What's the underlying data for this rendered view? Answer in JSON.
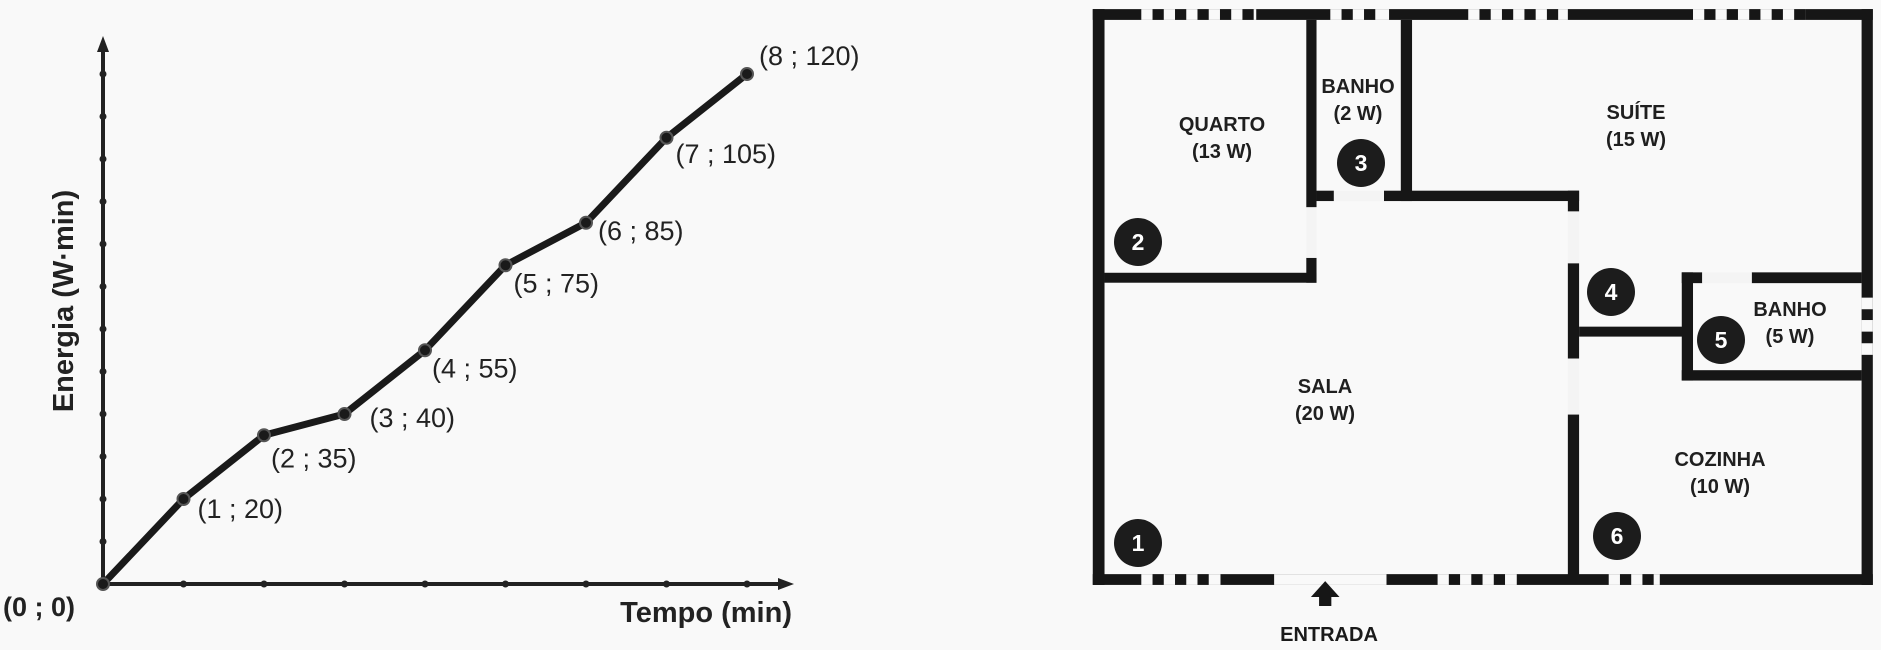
{
  "chart_data": {
    "type": "line",
    "title": "",
    "xlabel": "Tempo (min)",
    "ylabel": "Energia (W·min)",
    "x": [
      0,
      1,
      2,
      3,
      4,
      5,
      6,
      7,
      8
    ],
    "values": [
      0,
      20,
      35,
      40,
      55,
      75,
      85,
      105,
      120
    ],
    "point_labels": [
      "(0 ; 0)",
      "(1 ; 20)",
      "(2 ; 35)",
      "(3 ; 40)",
      "(4 ; 55)",
      "(5 ; 75)",
      "(6 ; 85)",
      "(7 ; 105)",
      "(8 ; 120)"
    ],
    "xlim": [
      0,
      8
    ],
    "ylim": [
      0,
      120
    ],
    "y_tick_step": 10,
    "grid": false
  },
  "floor_plan": {
    "rooms": [
      {
        "name": "QUARTO",
        "power": "(13 W)"
      },
      {
        "name": "BANHO",
        "power": "(2 W)"
      },
      {
        "name": "SUÍTE",
        "power": "(15 W)"
      },
      {
        "name": "BANHO",
        "power": "(5 W)"
      },
      {
        "name": "SALA",
        "power": "(20 W)"
      },
      {
        "name": "COZINHA",
        "power": "(10 W)"
      }
    ],
    "markers": [
      "1",
      "2",
      "3",
      "4",
      "5",
      "6"
    ],
    "entrance": "ENTRADA"
  }
}
